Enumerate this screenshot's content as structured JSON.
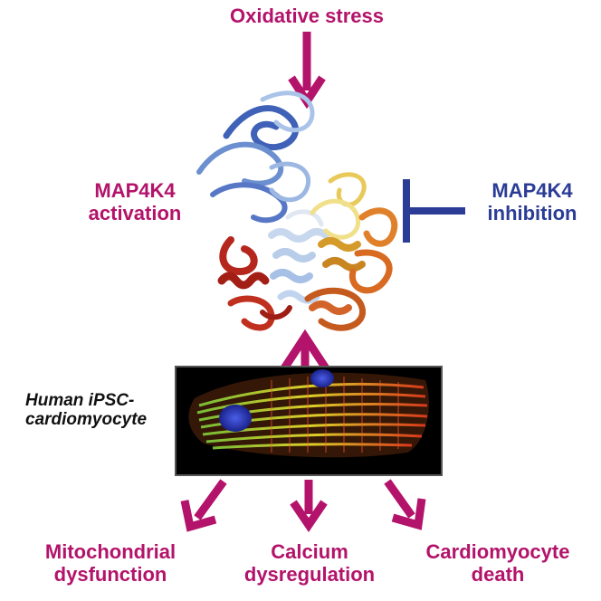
{
  "colors": {
    "accent_magenta": "#b3136a",
    "accent_blue": "#2b3c96",
    "cell_background": "#000000"
  },
  "diagram": {
    "stimulus": "Oxidative stress",
    "activation": [
      "MAP4K4",
      "activation"
    ],
    "inhibition": [
      "MAP4K4",
      "inhibition"
    ],
    "cell_label": [
      "Human iPSC-",
      "cardiomyocyte"
    ],
    "outcomes": [
      [
        "Mitochondrial",
        "dysfunction"
      ],
      [
        "Calcium",
        "dysregulation"
      ],
      [
        "Cardiomyocyte",
        "death"
      ]
    ]
  }
}
